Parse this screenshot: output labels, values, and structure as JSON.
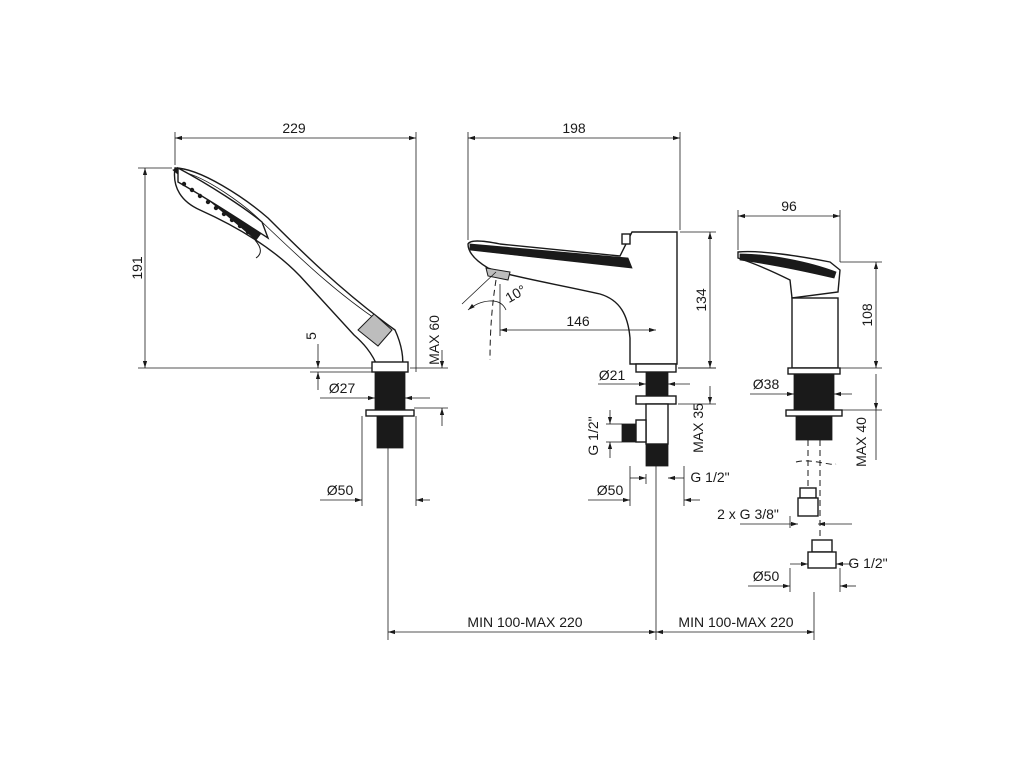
{
  "dimensions": {
    "handshower_width": "229",
    "handshower_height": "191",
    "handshower_offset": "5",
    "handshower_max_height": "MAX 60",
    "handshower_base_dia": "Ø27",
    "handshower_nut_dia": "Ø50",
    "spout_width": "198",
    "spout_angle": "10°",
    "spout_reach": "146",
    "spout_height": "134",
    "spout_base_dia": "Ø21",
    "spout_inlet_side": "G 1/2\"",
    "spout_max_height": "MAX 35",
    "spout_inlet_bottom": "G 1/2\"",
    "spout_nut_dia": "Ø50",
    "mixer_width": "96",
    "mixer_height": "108",
    "mixer_base_dia": "Ø38",
    "mixer_max_height": "MAX 40",
    "mixer_inlets": "2 x G 3/8\"",
    "mixer_outlet": "G 1/2\"",
    "mixer_nut_dia": "Ø50",
    "spacing_left": "MIN 100-MAX 220",
    "spacing_right": "MIN 100-MAX 220"
  }
}
